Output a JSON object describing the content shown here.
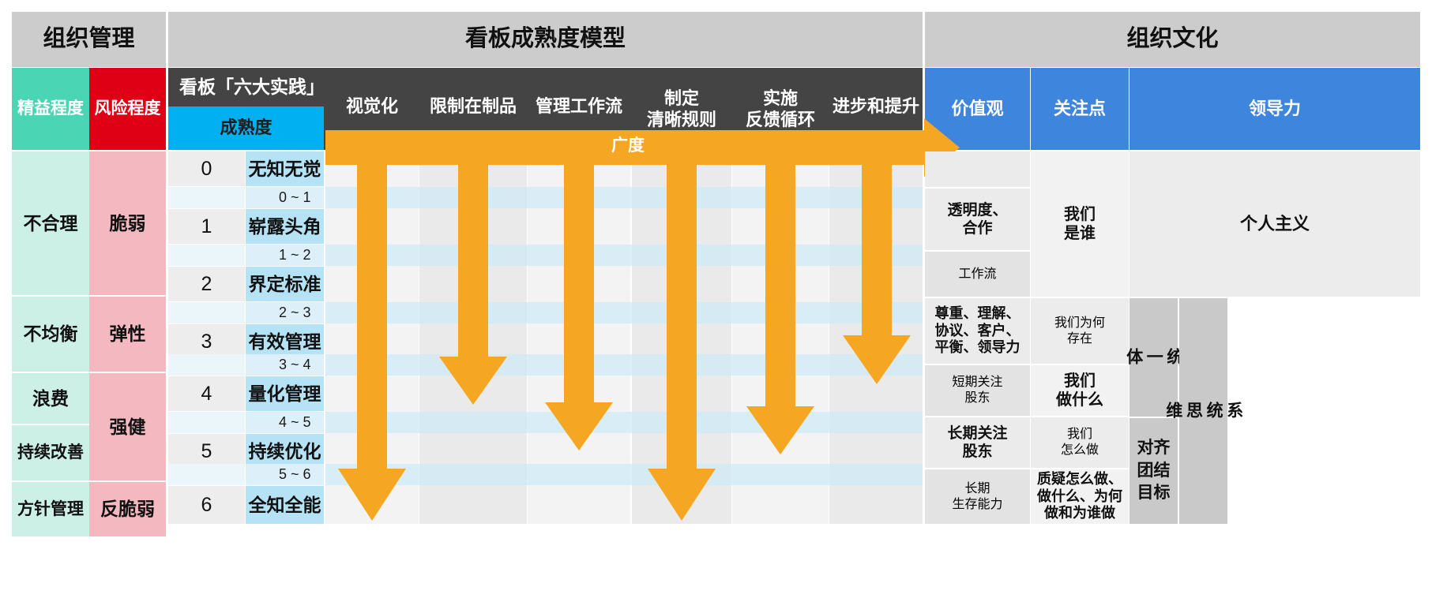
{
  "groups": {
    "org_management": "组织管理",
    "kanban_maturity_model": "看板成熟度模型",
    "org_culture": "组织文化"
  },
  "columns": {
    "lean_degree": "精益程度",
    "risk_degree": "风险程度",
    "six_practices": "看板「六大实践」",
    "maturity": "成熟度",
    "values": "价值观",
    "focus": "关注点",
    "leadership": "领导力"
  },
  "practices": [
    "视觉化",
    "限制在制品",
    "管理工作流",
    "制定\n清晰规则",
    "实施\n反馈循环",
    "进步和提升"
  ],
  "breadth_label": "广度",
  "lean_levels": [
    {
      "label": "不合理"
    },
    {
      "label": "不均衡"
    },
    {
      "label": "浪费"
    },
    {
      "label": "持续改善"
    },
    {
      "label": "方针管理"
    }
  ],
  "risk_levels": [
    {
      "label": "脆弱"
    },
    {
      "label": "弹性"
    },
    {
      "label": "强健"
    },
    {
      "label": "反脆弱"
    }
  ],
  "maturity_levels": [
    {
      "num": "0",
      "name": "无知无觉"
    },
    {
      "num": "1",
      "name": "崭露头角"
    },
    {
      "num": "2",
      "name": "界定标准"
    },
    {
      "num": "3",
      "name": "有效管理"
    },
    {
      "num": "4",
      "name": "量化管理"
    },
    {
      "num": "5",
      "name": "持续优化"
    },
    {
      "num": "6",
      "name": "全知全能"
    }
  ],
  "maturity_halfsteps": [
    "0 ~ 1",
    "1 ~ 2",
    "2 ~ 3",
    "3 ~ 4",
    "4 ~ 5",
    "5 ~ 6"
  ],
  "culture_values": [
    "透明度、\n合作",
    "工作流",
    "尊重、理解、\n协议、客户、\n平衡、领导力",
    "短期关注\n股东",
    "长期关注\n股东",
    "长期\n生存能力"
  ],
  "culture_focus": [
    "我们\n是谁",
    "我们为何\n存在",
    "我们\n做什么",
    "我们\n怎么做",
    "质疑怎么做、\n做什么、为何\n做和为谁做"
  ],
  "leadership": {
    "individualism": "个人主义",
    "unity": "统\n一\n体",
    "alignment": "对齐\n团结\n目标",
    "systems_thinking": "系\n统\n思\n维"
  },
  "colors": {
    "group_header_bg": "#cccccc",
    "lean_header_bg": "#4ad6b4",
    "risk_header_bg": "#e00016",
    "practices_header_bg": "#444444",
    "maturity_header_bg": "#00b0f0",
    "culture_header_bg": "#3d85dd",
    "arrow": "#f5a623",
    "lean_cell_bg": "#ccefe6",
    "risk_cell_bg": "#f3b8c0",
    "maturity_cell_bg": "#b5e3f5"
  }
}
